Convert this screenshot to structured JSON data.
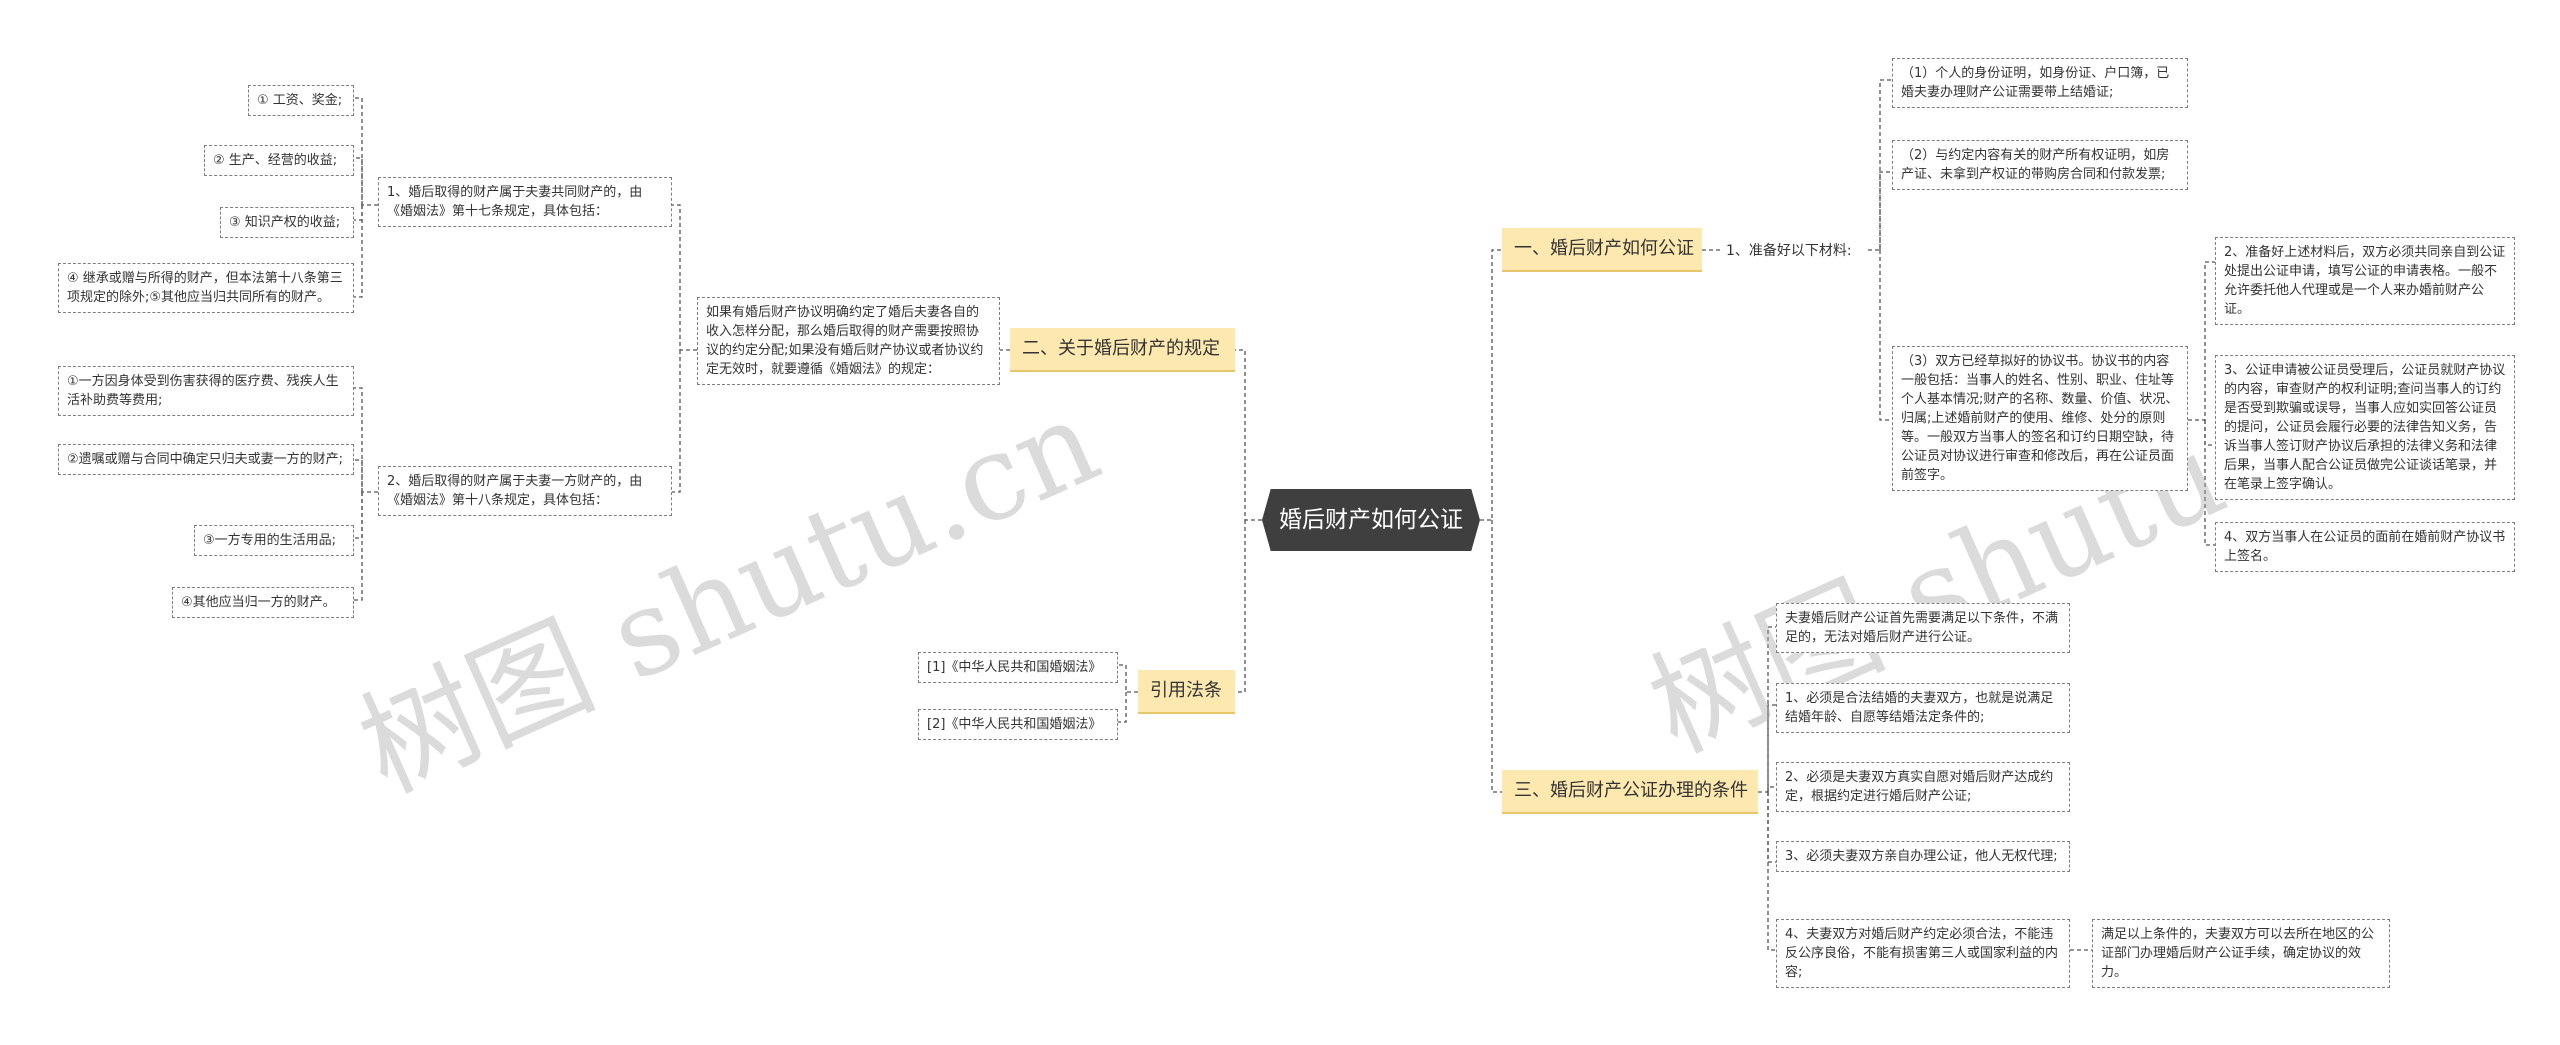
{
  "root": "婚后财产如何公证",
  "watermark": "树图 shutu.cn",
  "branch1": {
    "title": "一、婚后财产如何公证",
    "sub": "1、准备好以下材料:",
    "materials": [
      "（1）个人的身份证明，如身份证、户口簿，已婚夫妻办理财产公证需要带上结婚证;",
      "（2）与约定内容有关的财产所有权证明，如房产证、未拿到产权证的带购房合同和付款发票;",
      "（3）双方已经草拟好的协议书。协议书的内容一般包括：当事人的姓名、性别、职业、住址等个人基本情况;财产的名称、数量、价值、状况、归属;上述婚前财产的使用、维修、处分的原则等。一般双方当事人的签名和订约日期空缺，待公证员对协议进行审查和修改后，再在公证员面前签字。"
    ],
    "steps": [
      "2、准备好上述材料后，双方必须共同亲自到公证处提出公证申请，填写公证的申请表格。一般不允许委托他人代理或是一个人来办婚前财产公证。",
      "3、公证申请被公证员受理后，公证员就财产协议的内容，审查财产的权利证明;查问当事人的订约是否受到欺骗或误导，当事人应如实回答公证员的提问，公证员会履行必要的法律告知义务，告诉当事人签订财产协议后承担的法律义务和法律后果，当事人配合公证员做完公证谈话笔录，并在笔录上签字确认。",
      "4、双方当事人在公证员的面前在婚前财产协议书上签名。"
    ]
  },
  "branch2": {
    "title": "二、关于婚后财产的规定",
    "summary": "如果有婚后财产协议明确约定了婚后夫妻各自的收入怎样分配，那么婚后取得的财产需要按照协议的约定分配;如果没有婚后财产协议或者协议约定无效时，就要遵循《婚姻法》的规定：",
    "art17": "1、婚后取得的财产属于夫妻共同财产的，由《婚姻法》第十七条规定，具体包括：",
    "art17_items": [
      "① 工资、奖金;",
      "② 生产、经营的收益;",
      "③ 知识产权的收益;",
      "④ 继承或赠与所得的财产，但本法第十八条第三项规定的除外;⑤其他应当归共同所有的财产。"
    ],
    "art18": "2、婚后取得的财产属于夫妻一方财产的，由《婚姻法》第十八条规定，具体包括：",
    "art18_items": [
      "①一方因身体受到伤害获得的医疗费、残疾人生活补助费等费用;",
      "②遗嘱或赠与合同中确定只归夫或妻一方的财产;",
      "③一方专用的生活用品;",
      "④其他应当归一方的财产。"
    ]
  },
  "branch3": {
    "title": "引用法条",
    "items": [
      "[1]《中华人民共和国婚姻法》",
      "[2]《中华人民共和国婚姻法》"
    ]
  },
  "branch4": {
    "title": "三、婚后财产公证办理的条件",
    "items": [
      "夫妻婚后财产公证首先需要满足以下条件，不满足的，无法对婚后财产进行公证。",
      "1、必须是合法结婚的夫妻双方，也就是说满足结婚年龄、自愿等结婚法定条件的;",
      "2、必须是夫妻双方真实自愿对婚后财产达成约定，根据约定进行婚后财产公证;",
      "3、必须夫妻双方亲自办理公证，他人无权代理;",
      "4、夫妻双方对婚后财产约定必须合法，不能违反公序良俗，不能有损害第三人或国家利益的内容;"
    ],
    "final": "满足以上条件的，夫妻双方可以去所在地区的公证部门办理婚后财产公证手续，确定协议的效力。"
  }
}
